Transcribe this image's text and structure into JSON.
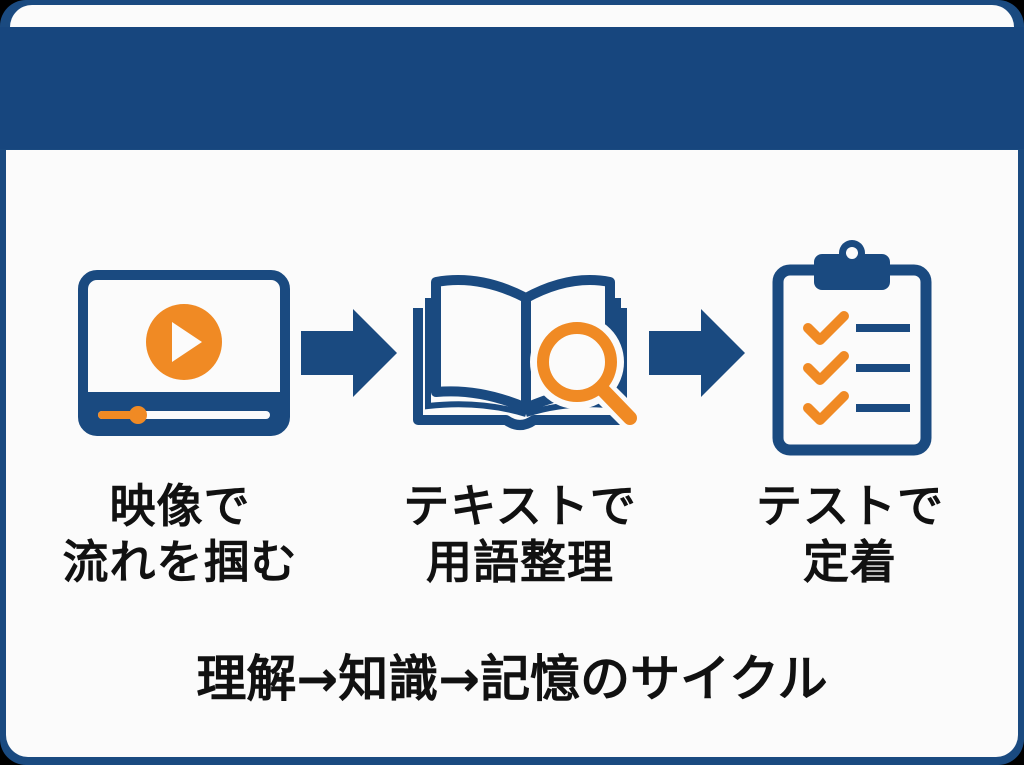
{
  "header": {
    "title": ""
  },
  "colors": {
    "navy": "#1a4a80",
    "orange": "#f08a24",
    "background": "#fbfbfb",
    "text": "#111111"
  },
  "steps": [
    {
      "icon": "video-player-icon",
      "line1": "映像で",
      "line2": "流れを掴む"
    },
    {
      "icon": "book-magnifier-icon",
      "line1": "テキストで",
      "line2": "用語整理"
    },
    {
      "icon": "checklist-clipboard-icon",
      "line1": "テストで",
      "line2": "定着"
    }
  ],
  "arrows": [
    "right-arrow-icon",
    "right-arrow-icon"
  ],
  "caption": "理解→知識→記憶のサイクル"
}
